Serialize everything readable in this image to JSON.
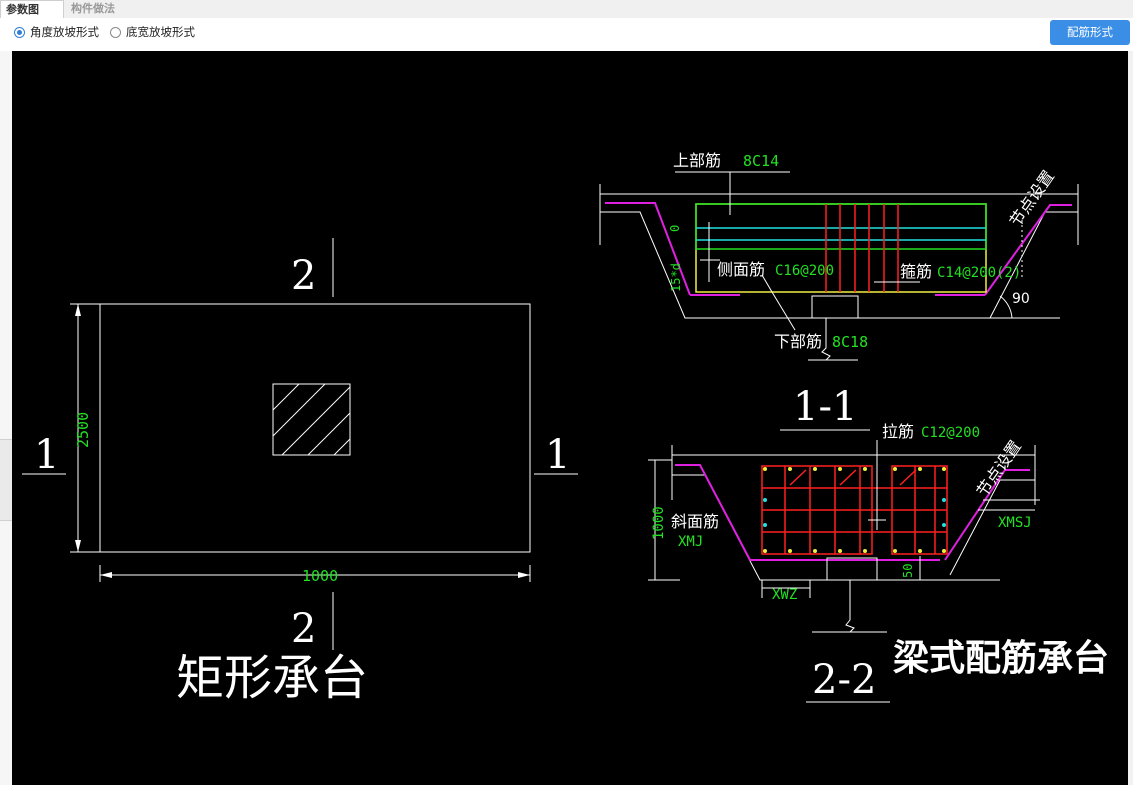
{
  "tabs": [
    {
      "label": "参数图",
      "active": true
    },
    {
      "label": "构件做法",
      "active": false
    }
  ],
  "radio_options": [
    {
      "label": "角度放坡形式",
      "selected": true
    },
    {
      "label": "底宽放坡形式",
      "selected": false
    }
  ],
  "config_button": "配筋形式",
  "drawing": {
    "left_title": "矩形承台",
    "right_title": "梁式配筋承台",
    "dim_width": "1000",
    "dim_height": "2500",
    "section_mark_2": "2",
    "section_mark_1": "1",
    "section_1_label": "1-1",
    "section_2_label": "2-2",
    "top_bar_label": "上部筋",
    "top_bar_value": "8C14",
    "side_bar_label": "侧面筋",
    "side_bar_value": "C16@200",
    "stirrup_label": "箍筋",
    "stirrup_value": "C14@200(2)",
    "bottom_bar_label": "下部筋",
    "bottom_bar_value": "8C18",
    "node_setting_1": "节点设置",
    "angle_value": "90",
    "dim_zero": "0",
    "dim_15d": "15*d",
    "tie_bar_label": "拉筋",
    "tie_bar_value": "C12@200",
    "slope_bar_label": "斜面筋",
    "xmj": "XMJ",
    "node_setting_2": "节点设置",
    "xmsj": "XMSJ",
    "xwz": "XWZ",
    "dim_1000": "1000",
    "dim_50": "50"
  },
  "colors": {
    "accent": "#3a8ee6",
    "canvas": "#000000",
    "rebar_green": "#22e022",
    "rebar_red": "#ff2020",
    "magenta": "#e020e0",
    "cyan": "#20e0e0",
    "yellow": "#f0f040"
  }
}
